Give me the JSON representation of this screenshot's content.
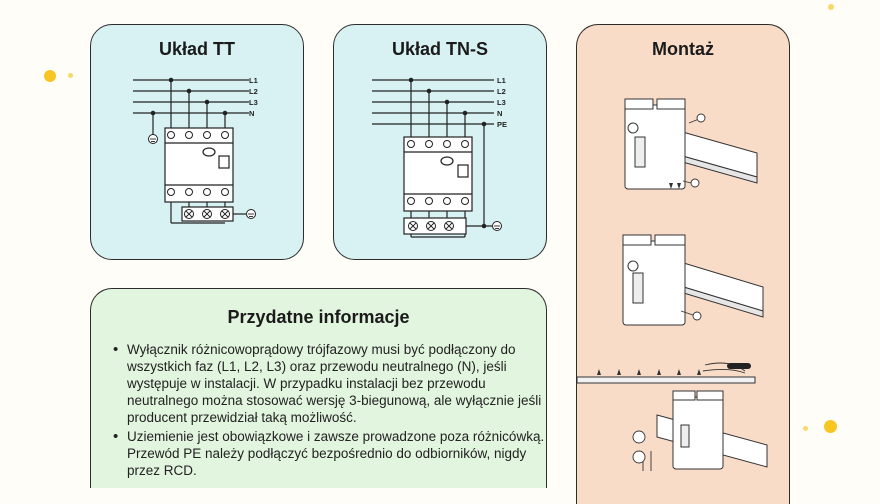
{
  "cards": {
    "tt": {
      "title": "Układ TT",
      "labels": [
        "L1",
        "L2",
        "L3",
        "N"
      ]
    },
    "tns": {
      "title": "Układ TN-S",
      "labels": [
        "L1",
        "L2",
        "L3",
        "N",
        "PE"
      ]
    },
    "montaz": {
      "title": "Montaż"
    },
    "info": {
      "title": "Przydatne informacje",
      "items": [
        "Wyłącznik różnicowoprądowy trójfazowy musi być podłączony do wszystkich faz (L1, L2, L3) oraz przewodu neutralnego (N), jeśli występuje w instalacji. W przypadku instalacji bez przewodu neutralnego można stosować wersję 3-biegunową, ale wyłącznie jeśli producent przewidział taką możliwość.",
        "Uziemienie jest obowiązkowe i zawsze prowadzone poza różnicówką. Przewód PE należy podłączyć bezpośrednio do odbiorników, nigdy przez RCD."
      ]
    }
  },
  "colors": {
    "diagram_bg": "#d8f2f3",
    "montaz_bg": "#f9dcc8",
    "info_bg": "#e2f5df",
    "accent_dot": "#f7c623"
  }
}
